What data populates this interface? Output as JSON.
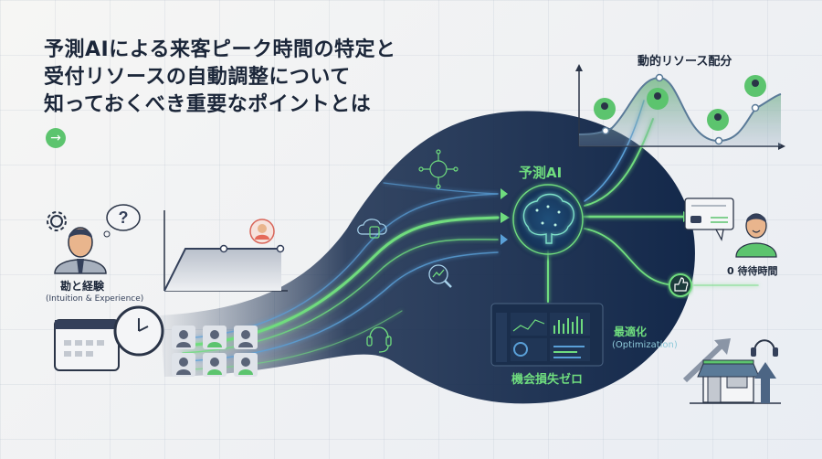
{
  "header": {
    "title_lines": [
      "予測AIによる来客ピーク時間の特定と",
      "受付リソースの自動調整について",
      "知っておくべき重要なポイントとは"
    ],
    "go_button_icon": "arrow-right-icon"
  },
  "left": {
    "intuition_label": "勘と経験",
    "intuition_sub": "(Intuition & Experience)",
    "thought_icon": "question-mark-icon",
    "staff_tiles": 6
  },
  "center": {
    "ai_label": "予測AI",
    "zero_loss_label": "機会損失ゼロ",
    "optimization_label": "最適化",
    "optimization_sub": "(Optimization)"
  },
  "right": {
    "dynamic_label": "動的リソース配分",
    "zero_wait_label": "0 待待時間"
  },
  "colors": {
    "navy": "#13284a",
    "green": "#5cc46e",
    "glow_green": "#6fdc7e",
    "blue": "#5aa0d8",
    "text_dark": "#1b2639"
  }
}
